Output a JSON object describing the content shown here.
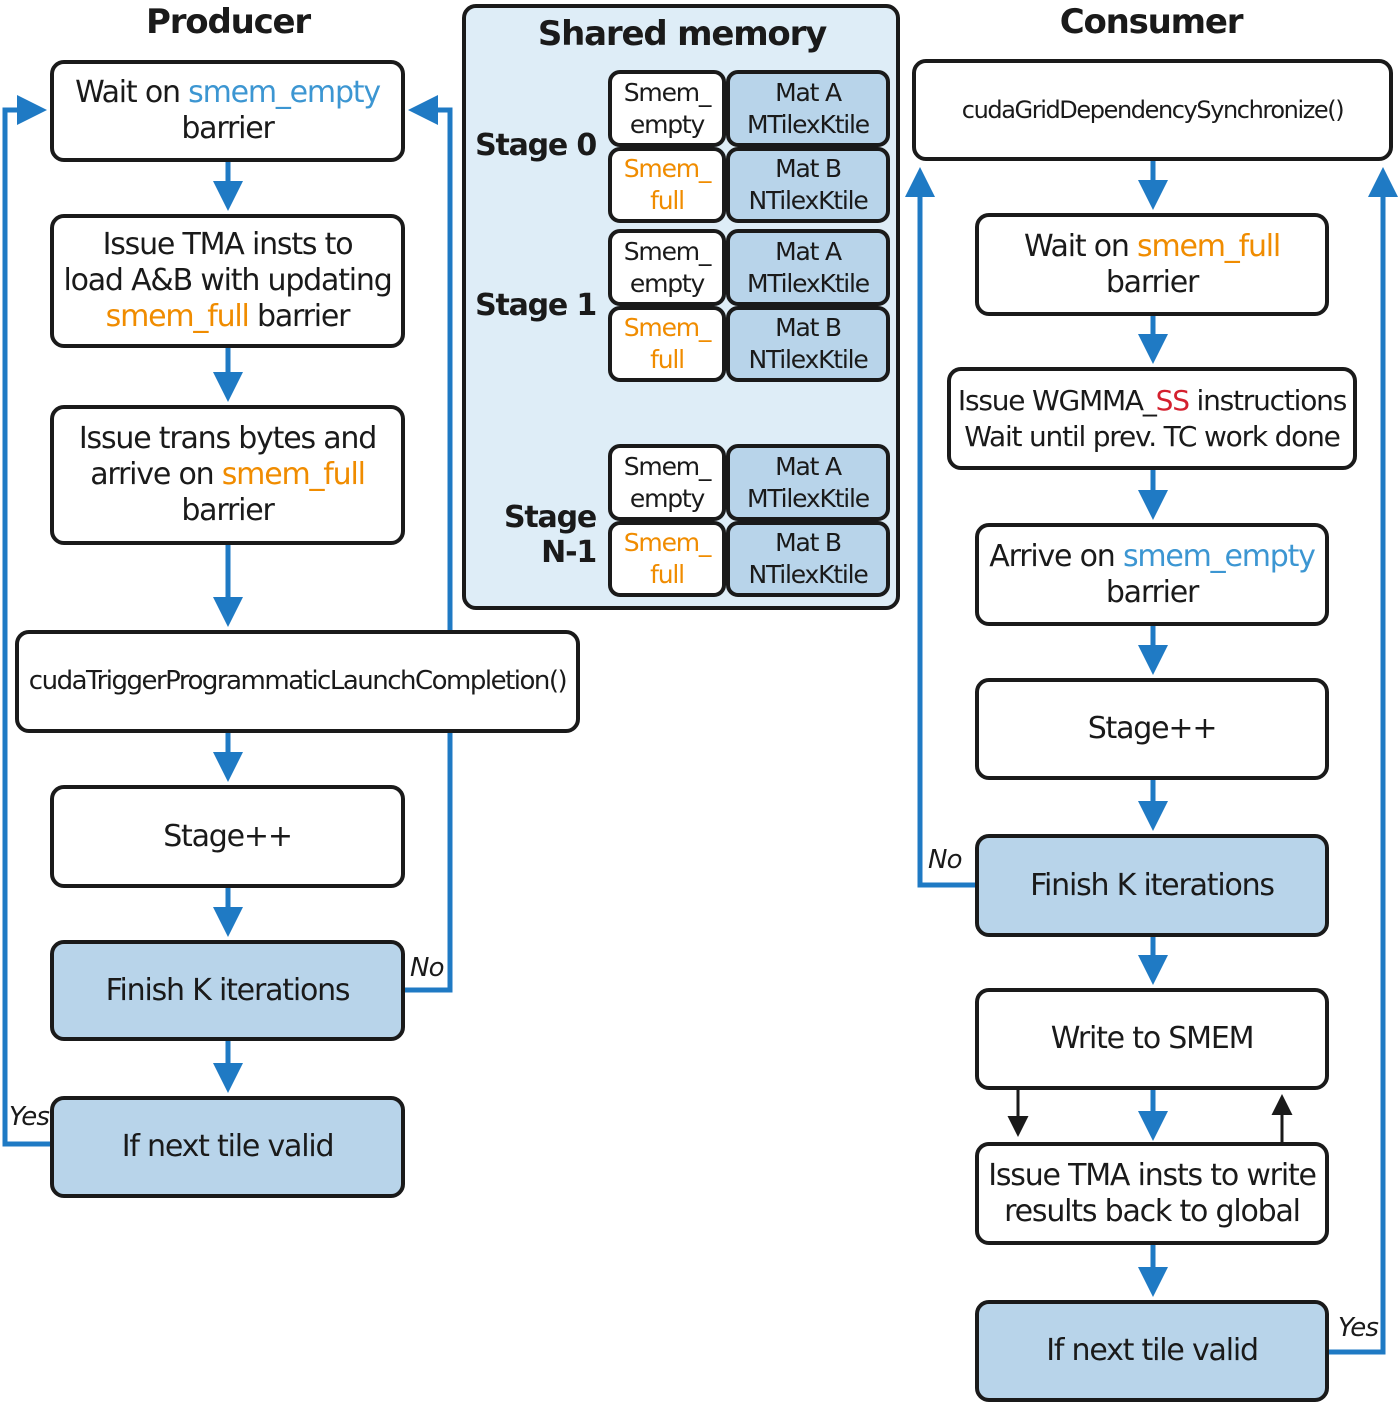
{
  "producer": {
    "title": "Producer",
    "wait_empty": {
      "pre": "Wait on ",
      "kw": "smem_empty",
      "post": "barrier"
    },
    "issue_tma": {
      "line1": "Issue TMA insts to",
      "line2": "load A&B with updating",
      "kw": "smem_full",
      "post": " barrier"
    },
    "trans_bytes": {
      "line1": "Issue trans bytes and",
      "pre": "arrive on ",
      "kw": "smem_full",
      "post": "barrier"
    },
    "trigger": "cudaTriggerProgrammaticLaunchCompletion()",
    "stage_inc": "Stage++",
    "finish": "Finish K iterations",
    "next_tile": "If next tile valid",
    "label_no": "No",
    "label_yes": "Yes"
  },
  "shared_memory": {
    "title": "Shared memory",
    "stages": [
      {
        "label": "Stage 0"
      },
      {
        "label": "Stage 1"
      },
      {
        "label": "Stage N-1"
      }
    ],
    "empty_cell": {
      "line1": "Smem_",
      "line2": "empty"
    },
    "full_cell": {
      "line1": "Smem_",
      "line2": "full"
    },
    "mat_a": {
      "line1": "Mat A",
      "line2": "MTilexKtile"
    },
    "mat_b": {
      "line1": "Mat B",
      "line2": "NTilexKtile"
    }
  },
  "consumer": {
    "title": "Consumer",
    "grid_sync": "cudaGridDependencySynchronize()",
    "wait_full": {
      "pre": "Wait on ",
      "kw": "smem_full",
      "post": " barrier"
    },
    "wgmma": {
      "pre": "Issue WGMMA_",
      "kw": "SS",
      "post": " instructions",
      "line2": "Wait until prev. TC work done"
    },
    "arrive_empty": {
      "pre": "Arrive on ",
      "kw": "smem_empty",
      "post": "barrier"
    },
    "stage_inc": "Stage++",
    "finish": "Finish K iterations",
    "write_smem": "Write to SMEM",
    "tma_write": {
      "line1": "Issue TMA insts to write",
      "line2": "results back to global"
    },
    "next_tile": "If next tile valid",
    "label_no": "No",
    "label_yes": "Yes"
  },
  "colors": {
    "flow_arrow": "#1f7ac4",
    "node_fill_blue": "#b8d4ea",
    "panel_fill": "#deedf7",
    "kw_empty": "#3c96d2",
    "kw_full": "#f08c00",
    "kw_ss": "#d4202e"
  }
}
